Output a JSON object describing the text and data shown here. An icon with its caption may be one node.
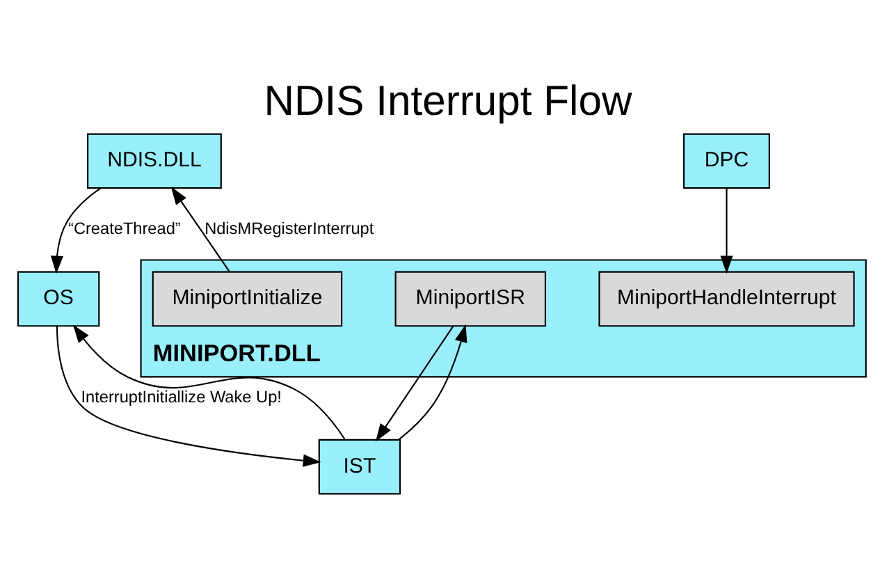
{
  "diagram": {
    "title": "NDIS Interrupt Flow",
    "nodes": [
      {
        "text": [
          "NDIS.DLL"
        ]
      },
      {
        "text": [
          "OS"
        ]
      },
      {
        "text": [
          "MINIPORT.DLL"
        ]
      },
      {
        "text": [
          "MiniportInitialize"
        ],
        "in": 2
      },
      {
        "text": [
          "MiniportISR"
        ],
        "in": 2
      },
      {
        "text": [
          "MiniportHandleInterrupt"
        ],
        "in": 2
      },
      {
        "text": [
          "IST"
        ]
      },
      {
        "text": [
          "DPC"
        ]
      }
    ],
    "edges": [
      {
        "from": 0,
        "to": 1,
        "arrow": "to",
        "label": "“CreateThread”"
      },
      {
        "from": 3,
        "to": 0,
        "arrow": "to",
        "label": "NdisMRegisterInterrupt"
      },
      {
        "from": 6,
        "to": 1,
        "arrow": "to"
      },
      {
        "from": 1,
        "to": 6,
        "arrow": "to",
        "label": "InterruptInitiallize Wake Up!"
      },
      {
        "from": 6,
        "to": 4,
        "arrow": "to"
      },
      {
        "from": 4,
        "to": 6,
        "arrow": "to"
      },
      {
        "from": 7,
        "to": 5,
        "arrow": "to"
      }
    ]
  }
}
